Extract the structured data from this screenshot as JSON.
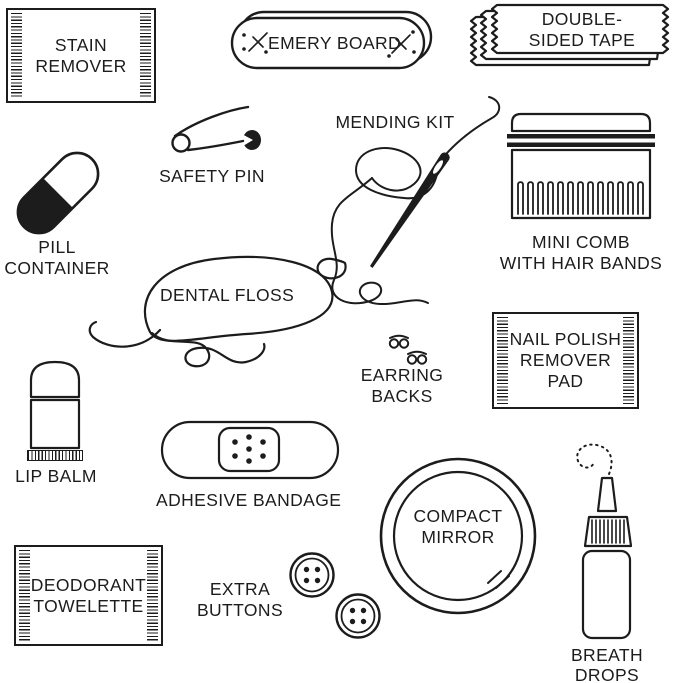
{
  "canvas": {
    "background": "#ffffff",
    "ink": "#1c1c1c"
  },
  "items": {
    "stain_remover": {
      "label": "STAIN REMOVER",
      "lines": [
        "STAIN",
        "REMOVER"
      ]
    },
    "emery_board": {
      "label": "EMERY BOARD",
      "lines": [
        "EMERY BOARD"
      ]
    },
    "double_sided_tape": {
      "label": "DOUBLE-SIDED TAPE",
      "lines": [
        "DOUBLE-",
        "SIDED TAPE"
      ]
    },
    "safety_pin": {
      "label": "SAFETY PIN",
      "lines": [
        "SAFETY PIN"
      ]
    },
    "mending_kit": {
      "label": "MENDING KIT",
      "lines": [
        "MENDING KIT"
      ]
    },
    "mini_comb": {
      "label": "MINI COMB WITH HAIR BANDS",
      "lines": [
        "MINI COMB",
        "WITH HAIR BANDS"
      ]
    },
    "pill_container": {
      "label": "PILL CONTAINER",
      "lines": [
        "PILL",
        "CONTAINER"
      ]
    },
    "dental_floss": {
      "label": "DENTAL FLOSS",
      "lines": [
        "DENTAL FLOSS"
      ]
    },
    "earring_backs": {
      "label": "EARRING BACKS",
      "lines": [
        "EARRING",
        "BACKS"
      ]
    },
    "nail_polish_pad": {
      "label": "NAIL POLISH REMOVER PAD",
      "lines": [
        "NAIL POLISH",
        "REMOVER",
        "PAD"
      ]
    },
    "lip_balm": {
      "label": "LIP BALM",
      "lines": [
        "LIP BALM"
      ]
    },
    "adhesive_bandage": {
      "label": "ADHESIVE BANDAGE",
      "lines": [
        "ADHESIVE BANDAGE"
      ]
    },
    "compact_mirror": {
      "label": "COMPACT MIRROR",
      "lines": [
        "COMPACT",
        "MIRROR"
      ]
    },
    "breath_drops": {
      "label": "BREATH DROPS",
      "lines": [
        "BREATH",
        "DROPS"
      ]
    },
    "deodorant_towelette": {
      "label": "DEODORANT TOWELETTE",
      "lines": [
        "DEODORANT",
        "TOWELETTE"
      ]
    },
    "extra_buttons": {
      "label": "EXTRA BUTTONS",
      "lines": [
        "EXTRA",
        "BUTTONS"
      ]
    }
  }
}
